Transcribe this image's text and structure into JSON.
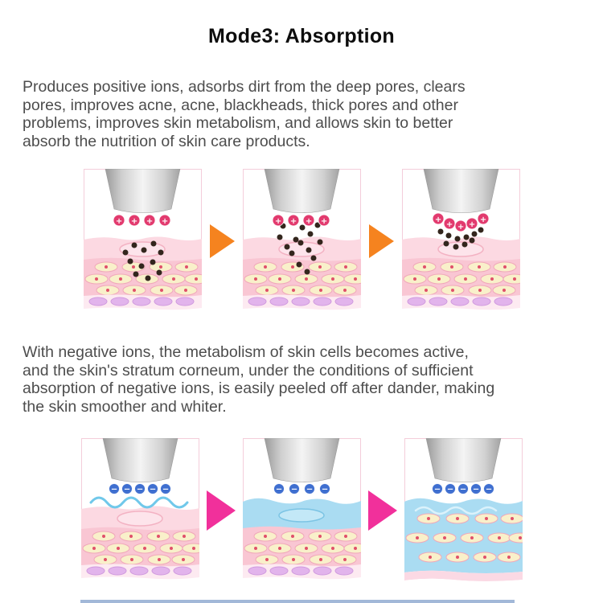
{
  "title": "Mode3: Absorption",
  "paragraph1": {
    "lines": [
      "Produces positive ions, adsorbs dirt from the deep pores, clears",
      "pores, improves acne, acne, blackheads, thick pores and other",
      "problems, improves skin metabolism, and allows skin to better",
      "absorb the nutrition of skin care products."
    ]
  },
  "paragraph2": {
    "lines": [
      "With negative ions, the metabolism of skin cells becomes active,",
      "and the skin's stratum corneum, under the conditions of sufficient",
      "absorption of negative ions, is easily peeled off after dander, making",
      "the skin smoother and whiter."
    ]
  },
  "symbols": {
    "plus": "+",
    "minus": "−"
  },
  "colors": {
    "positive_ion": "#e23a6e",
    "negative_ion": "#3f6fd0",
    "arrow_positive": "#f5831f",
    "arrow_negative": "#f1309b",
    "water_blue": "#aadcf2",
    "dirt": "#33261d"
  }
}
